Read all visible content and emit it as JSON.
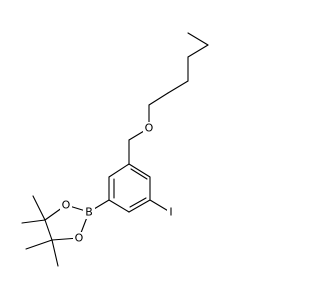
{
  "molecule": {
    "atoms": {
      "oxygen_ether": "O",
      "iodine": "I",
      "boron": "B",
      "oxygen_ring_top": "O",
      "oxygen_ring_bottom": "O"
    }
  }
}
